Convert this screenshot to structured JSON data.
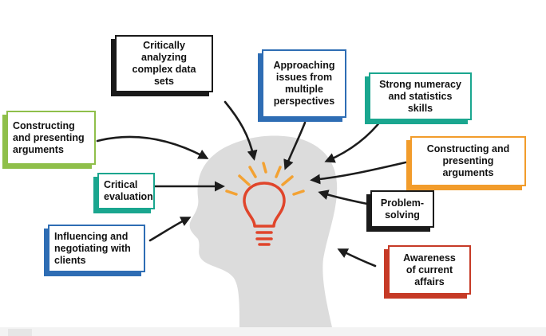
{
  "colors": {
    "head": "#dcdcdc",
    "bulb": "#e0452b",
    "rays": "#f3a233",
    "arrows": "#1c1c1c",
    "green": "#8fbf4a",
    "black": "#1a1a1a",
    "blue": "#2e6db4",
    "teal": "#1aa68f",
    "orange": "#f29c2b",
    "red": "#c63a26"
  },
  "boxes": [
    {
      "id": "constructing-left",
      "text": "Constructing\nand presenting\narguments",
      "color": "green"
    },
    {
      "id": "critically-analyzing",
      "text": "Critically analyzing\ncomplex data sets",
      "color": "black"
    },
    {
      "id": "approaching-issues",
      "text": "Approaching\nissues from\nmultiple\nperspectives",
      "color": "blue"
    },
    {
      "id": "numeracy",
      "text": "Strong numeracy\nand statistics skills",
      "color": "teal"
    },
    {
      "id": "constructing-right",
      "text": "Constructing and\npresenting arguments",
      "color": "orange"
    },
    {
      "id": "critical-evaluation",
      "text": "Critical\nevaluation",
      "color": "teal"
    },
    {
      "id": "problem-solving",
      "text": "Problem-\nsolving",
      "color": "black"
    },
    {
      "id": "influencing",
      "text": "Influencing and\nnegotiating with\nclients",
      "color": "blue"
    },
    {
      "id": "current-affairs",
      "text": "Awareness\nof current\naffairs",
      "color": "red"
    }
  ]
}
